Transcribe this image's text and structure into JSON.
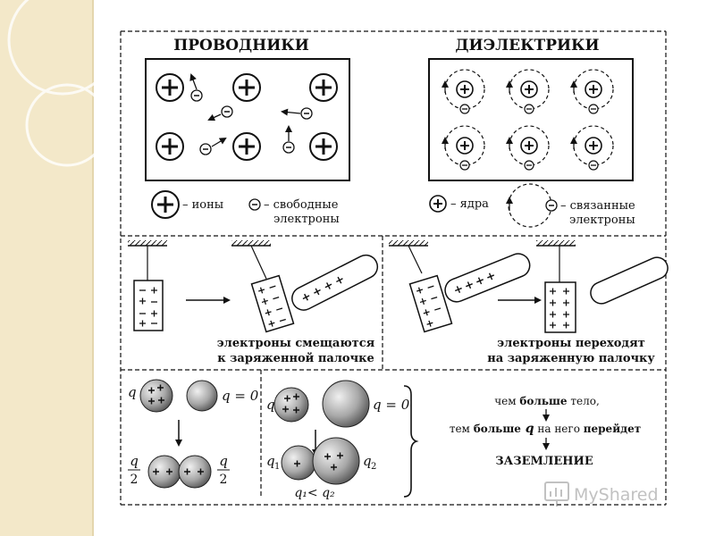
{
  "conductors": {
    "title": "ПРОВОДНИКИ",
    "legend_ions": "– ионы",
    "legend_free_1": "– свободные",
    "legend_free_2": "электроны"
  },
  "dielectrics": {
    "title": "ДИЭЛЕКТРИКИ",
    "legend_nuclei": "– ядра",
    "legend_bound_1": "– связанные",
    "legend_bound_2": "электроны"
  },
  "induction": {
    "caption_left_1": "электроны смещаются",
    "caption_left_2": "к заряженной палочке",
    "caption_right_1": "электроны переходят",
    "caption_right_2": "на заряженную палочку"
  },
  "charge_sharing": {
    "q": "q",
    "q_zero": "q = 0",
    "half_num": "q",
    "half_den": "2",
    "q1": "q",
    "q1_sub": "1",
    "q2": "q",
    "q2_sub": "2",
    "inequality": "q₁< q₂"
  },
  "rule": {
    "line1_a": "чем ",
    "line1_b": "больше",
    "line1_c": " тело,",
    "line2_a": "тем ",
    "line2_b": "больше",
    "line2_c": " q",
    "line2_d": " на него ",
    "line2_e": "перейдет",
    "grounding": "ЗАЗЕМЛЕНИЕ"
  },
  "watermark": "MyShared"
}
